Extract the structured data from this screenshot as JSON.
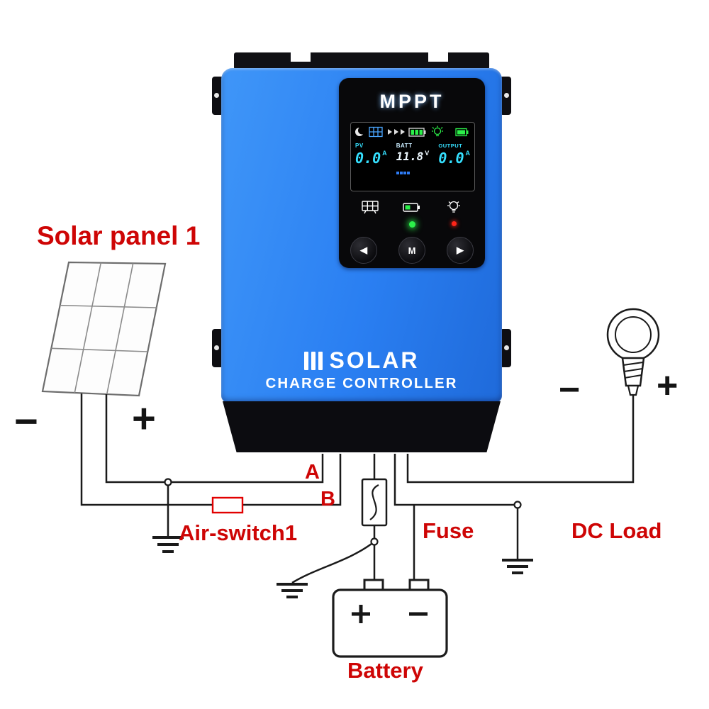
{
  "diagram": {
    "solar_panel_label": "Solar panel 1",
    "terminal_a": "A",
    "terminal_b": "B",
    "air_switch_label": "Air-switch1",
    "fuse_label": "Fuse",
    "dc_load_label": "DC Load",
    "battery_label": "Battery",
    "polarity": {
      "plus": "+",
      "minus": "−"
    }
  },
  "controller": {
    "brand": "MPPT",
    "product_name": "SOLAR",
    "product_subtitle": "CHARGE CONTROLLER",
    "lcd": {
      "pv": {
        "label": "PV",
        "value": "0.0",
        "unit": "A"
      },
      "batt": {
        "label": "BATT",
        "value": "11.8",
        "unit": "V"
      },
      "output": {
        "label": "OUTPUT",
        "value": "0.0",
        "unit": "A"
      }
    },
    "buttons": {
      "left": "◀",
      "menu": "M",
      "right": "▶"
    }
  },
  "colors": {
    "controller_blue": "#2a80f0",
    "label_red": "#ce0505",
    "lcd_cyan": "#35e0ff",
    "led_green": "#2cf04a",
    "led_red": "#ff2418",
    "air_switch_red": "#e20000"
  }
}
